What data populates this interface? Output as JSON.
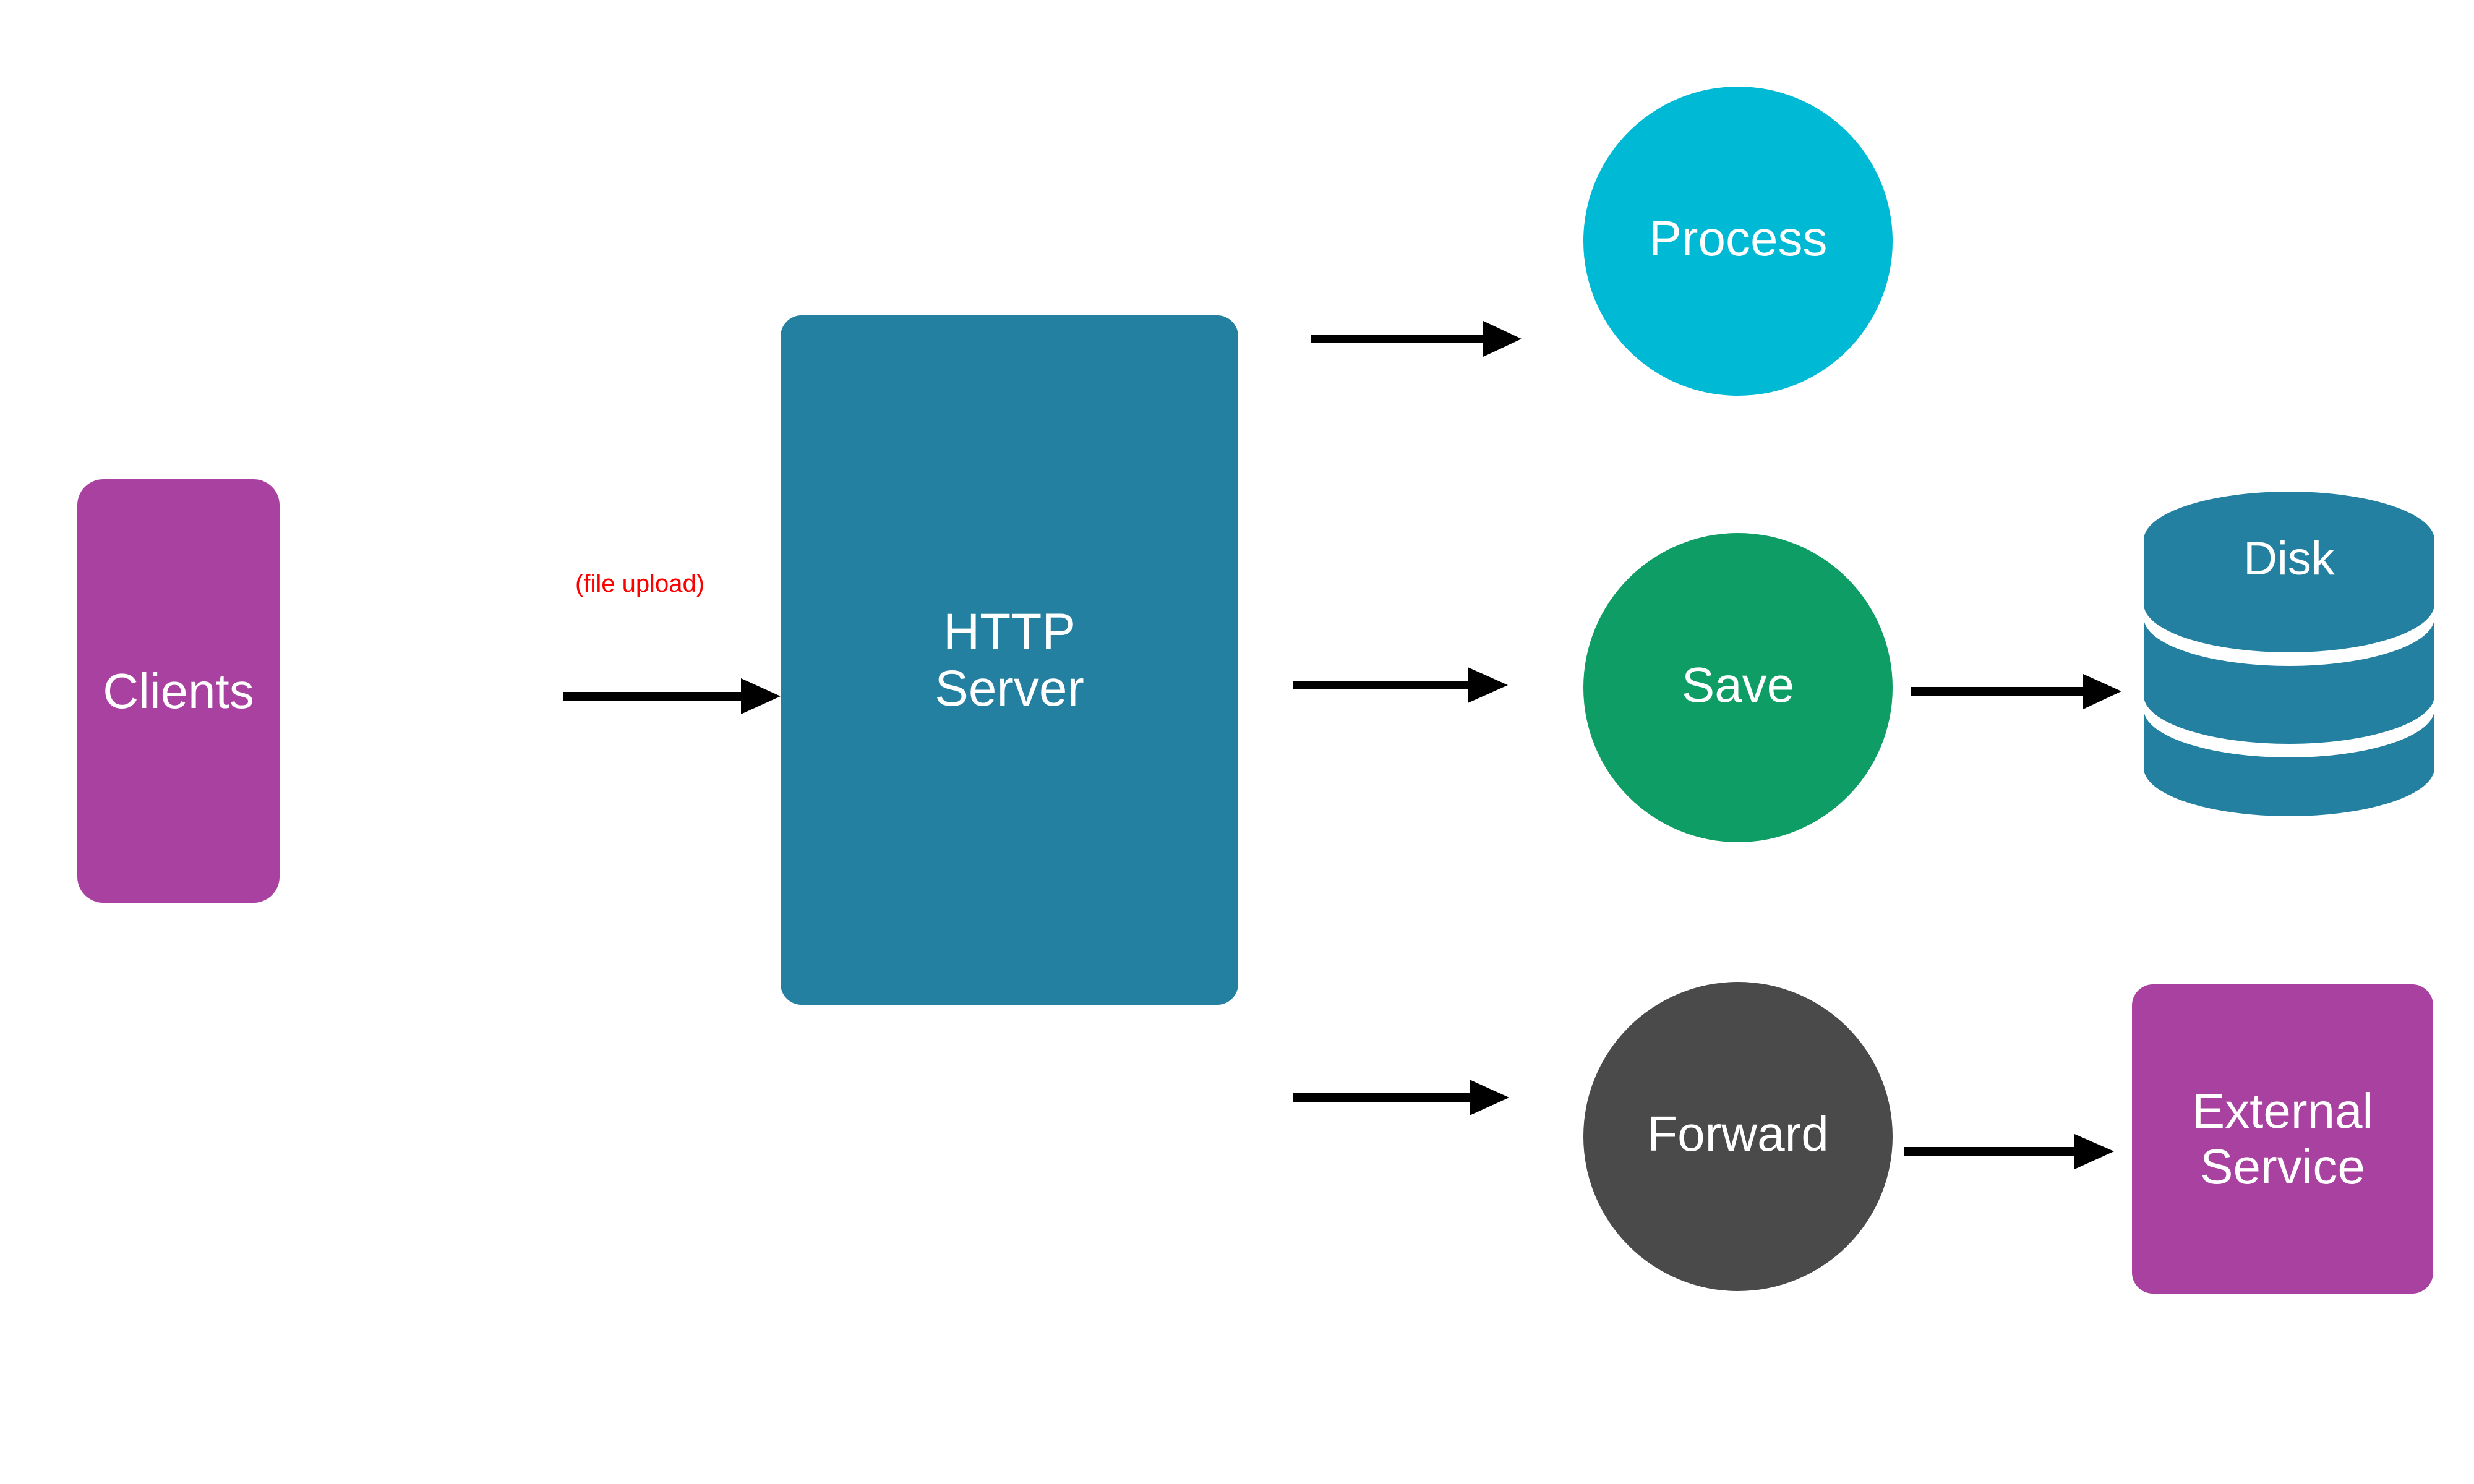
{
  "diagram": {
    "title": "HTTP file upload handling flow",
    "background_color": "#ffffff",
    "nodes": {
      "clients": {
        "label": "Clients",
        "shape": "rounded-rectangle",
        "color": "#a8419f",
        "text_color": "#ffffff"
      },
      "http_server": {
        "label": "HTTP\nServer",
        "shape": "rounded-rectangle",
        "color": "#2380a0",
        "text_color": "#ffffff"
      },
      "process": {
        "label": "Process",
        "shape": "circle",
        "color": "#00b9d4",
        "text_color": "#ffffff"
      },
      "save": {
        "label": "Save",
        "shape": "circle",
        "color": "#0f9d66",
        "text_color": "#ffffff"
      },
      "forward": {
        "label": "Forward",
        "shape": "circle",
        "color": "#4a4a4a",
        "text_color": "#ffffff"
      },
      "disk": {
        "label": "Disk",
        "shape": "cylinder",
        "color": "#2380a0",
        "text_color": "#ffffff"
      },
      "external_service": {
        "label": "External\nService",
        "shape": "rounded-rectangle",
        "color": "#a8419f",
        "text_color": "#ffffff"
      }
    },
    "edges": [
      {
        "id": "clients-to-http-server",
        "from": "clients",
        "to": "http_server",
        "label": "(file upload)",
        "label_color": "#ff0000",
        "color": "#000000"
      },
      {
        "id": "http-server-to-process",
        "from": "http_server",
        "to": "process",
        "label": "",
        "color": "#000000"
      },
      {
        "id": "http-server-to-save",
        "from": "http_server",
        "to": "save",
        "label": "",
        "color": "#000000"
      },
      {
        "id": "http-server-to-forward",
        "from": "http_server",
        "to": "forward",
        "label": "",
        "color": "#000000"
      },
      {
        "id": "save-to-disk",
        "from": "save",
        "to": "disk",
        "label": "",
        "color": "#000000"
      },
      {
        "id": "forward-to-external-service",
        "from": "forward",
        "to": "external_service",
        "label": "",
        "color": "#000000"
      }
    ]
  }
}
